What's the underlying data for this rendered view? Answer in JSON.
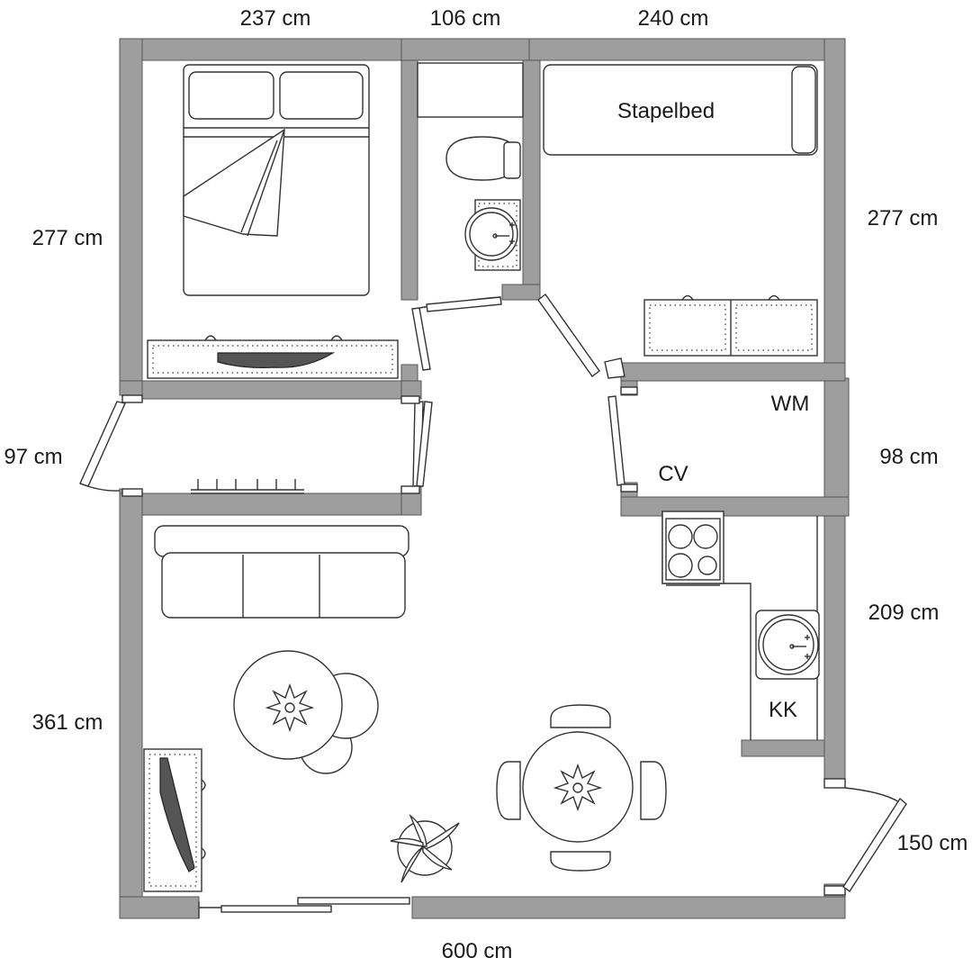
{
  "dimensions": {
    "top_left": "237 cm",
    "top_middle": "106 cm",
    "top_right": "240 cm",
    "left_bedroom": "277 cm",
    "right_bedroom": "277 cm",
    "left_hall": "97 cm",
    "right_utility": "98 cm",
    "right_kitchen": "209 cm",
    "left_living": "361 cm",
    "right_entrance": "150 cm",
    "bottom_total": "600 cm"
  },
  "rooms": {
    "bunk_bed": "Stapelbed",
    "washing_machine": "WM",
    "boiler": "CV",
    "kitchen": "KK"
  },
  "colors": {
    "wall": "#9e9e9e",
    "wall_outline": "#555555",
    "line": "#333333",
    "text": "#1a1a1a"
  }
}
